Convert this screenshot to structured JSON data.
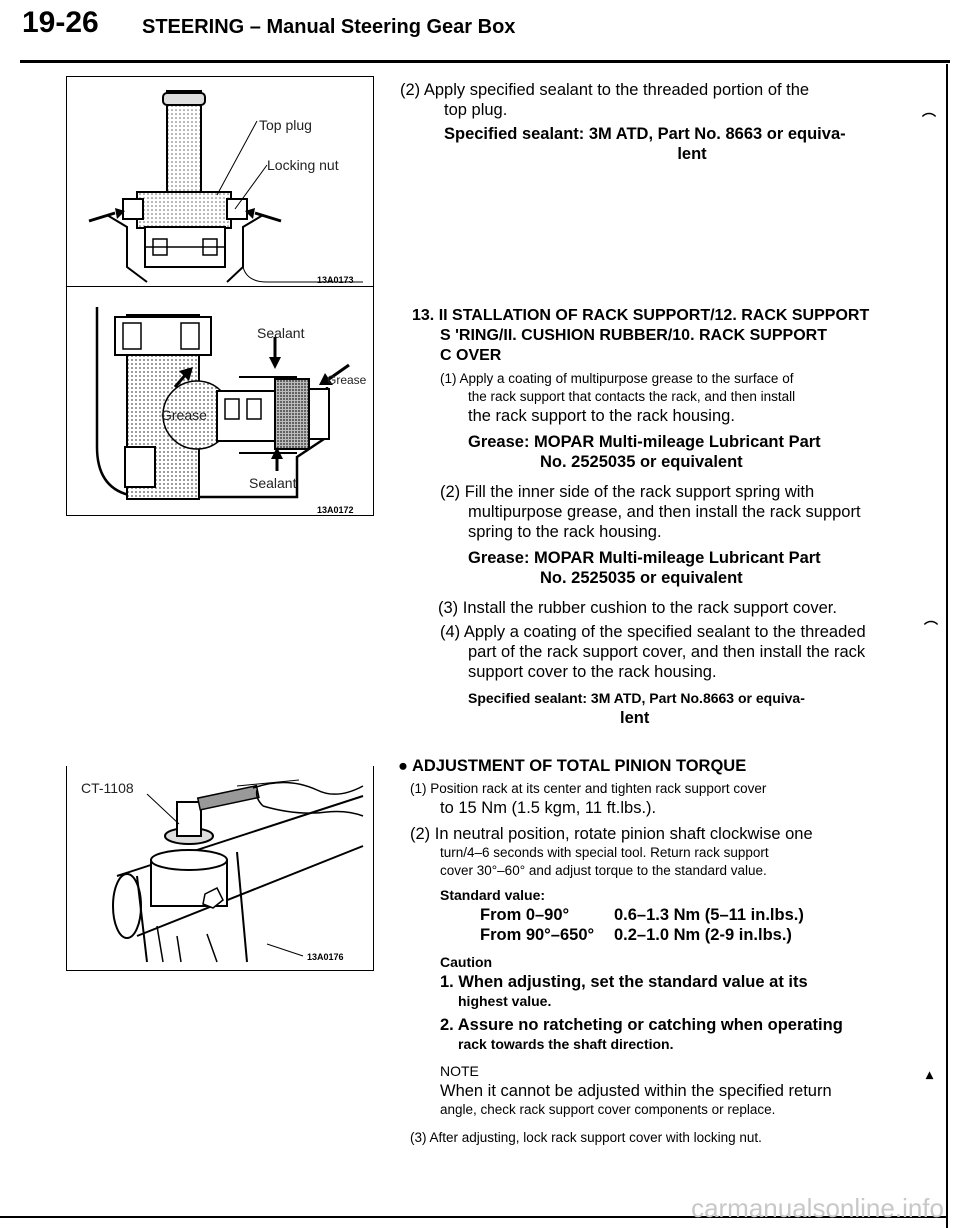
{
  "header": {
    "page_number": "19-26",
    "title": "STEERING – Manual Steering Gear Box"
  },
  "figures": {
    "fig1": {
      "label_top_plug": "Top plug",
      "label_locking_nut": "Locking nut",
      "id": "13A0173"
    },
    "fig2": {
      "label_sealant_top": "Sealant",
      "label_grease_right": "Grease",
      "label_grease_left": "Grease",
      "label_sealant_bottom": "Sealant",
      "id": "13A0172"
    },
    "fig3": {
      "label_tool": "CT-1108",
      "id": "13A0176"
    }
  },
  "section_top": {
    "step2": "(2) Apply specified sealant to the threaded portion of the",
    "step2_cont": "top plug.",
    "sealant_line1": "Specified sealant: 3M ATD, Part No. 8663 or equiva-",
    "sealant_line2": "lent"
  },
  "section13": {
    "heading_line1": "13. II STALLATION OF RACK SUPPORT/12. RACK SUPPORT",
    "heading_line2": "S 'RING/II. CUSHION RUBBER/10. RACK SUPPORT",
    "heading_line3": "C OVER",
    "s1_line1": "(1) Apply a coating of multipurpose grease to the surface of",
    "s1_line2": "the rack support that contacts the rack, and then install",
    "s1_line3": "the rack support to the rack housing.",
    "grease1_line1": "Grease: MOPAR Multi-mileage Lubricant Part",
    "grease1_line2": "No. 2525035 or equivalent",
    "s2_line1": "(2) Fill the inner side of the rack support spring with",
    "s2_line2": "multipurpose grease, and then install the rack support",
    "s2_line3": "spring to the rack housing.",
    "grease2_line1": "Grease: MOPAR Multi-mileage Lubricant Part",
    "grease2_line2": "No. 2525035 or equivalent",
    "s3": "(3) Install the rubber cushion to the rack support cover.",
    "s4_line1": "(4) Apply a coating of the specified sealant to the threaded",
    "s4_line2": "part of the rack support cover, and then install the rack",
    "s4_line3": "support cover to the rack housing.",
    "sealant_line1": "Specified sealant: 3M ATD, Part No.8663 or equiva-",
    "sealant_line2": "lent"
  },
  "adjustment": {
    "heading": "● ADJUSTMENT OF TOTAL PINION TORQUE",
    "a1_line1": "(1) Position rack at its center and tighten rack support cover",
    "a1_line2": "to 15 Nm (1.5 kgm, 11 ft.lbs.).",
    "a2_line1": "(2) In neutral position, rotate pinion shaft clockwise one",
    "a2_line2": "turn/4–6 seconds with special tool. Return rack support",
    "a2_line3": "cover 30°–60° and adjust torque to the standard value.",
    "standard_label": "Standard value:",
    "row1_range": "From 0–90°",
    "row1_value": "0.6–1.3 Nm (5–11 in.lbs.)",
    "row2_range": "From 90°–650°",
    "row2_value": "0.2–1.0 Nm (2-9 in.lbs.)",
    "caution_label": "Caution",
    "c1_line1": "1. When adjusting, set the standard value at its",
    "c1_line2": "highest value.",
    "c2_line1": "2. Assure no ratcheting or catching when operating",
    "c2_line2": "rack towards the shaft direction.",
    "note_label": "NOTE",
    "note_line1": "When it cannot be adjusted within the specified return",
    "note_line2": "angle, check rack support cover components or replace.",
    "a3": "(3) After adjusting, lock rack support cover with locking nut."
  },
  "footer": {
    "watermark": "carmanualsonline.info"
  }
}
